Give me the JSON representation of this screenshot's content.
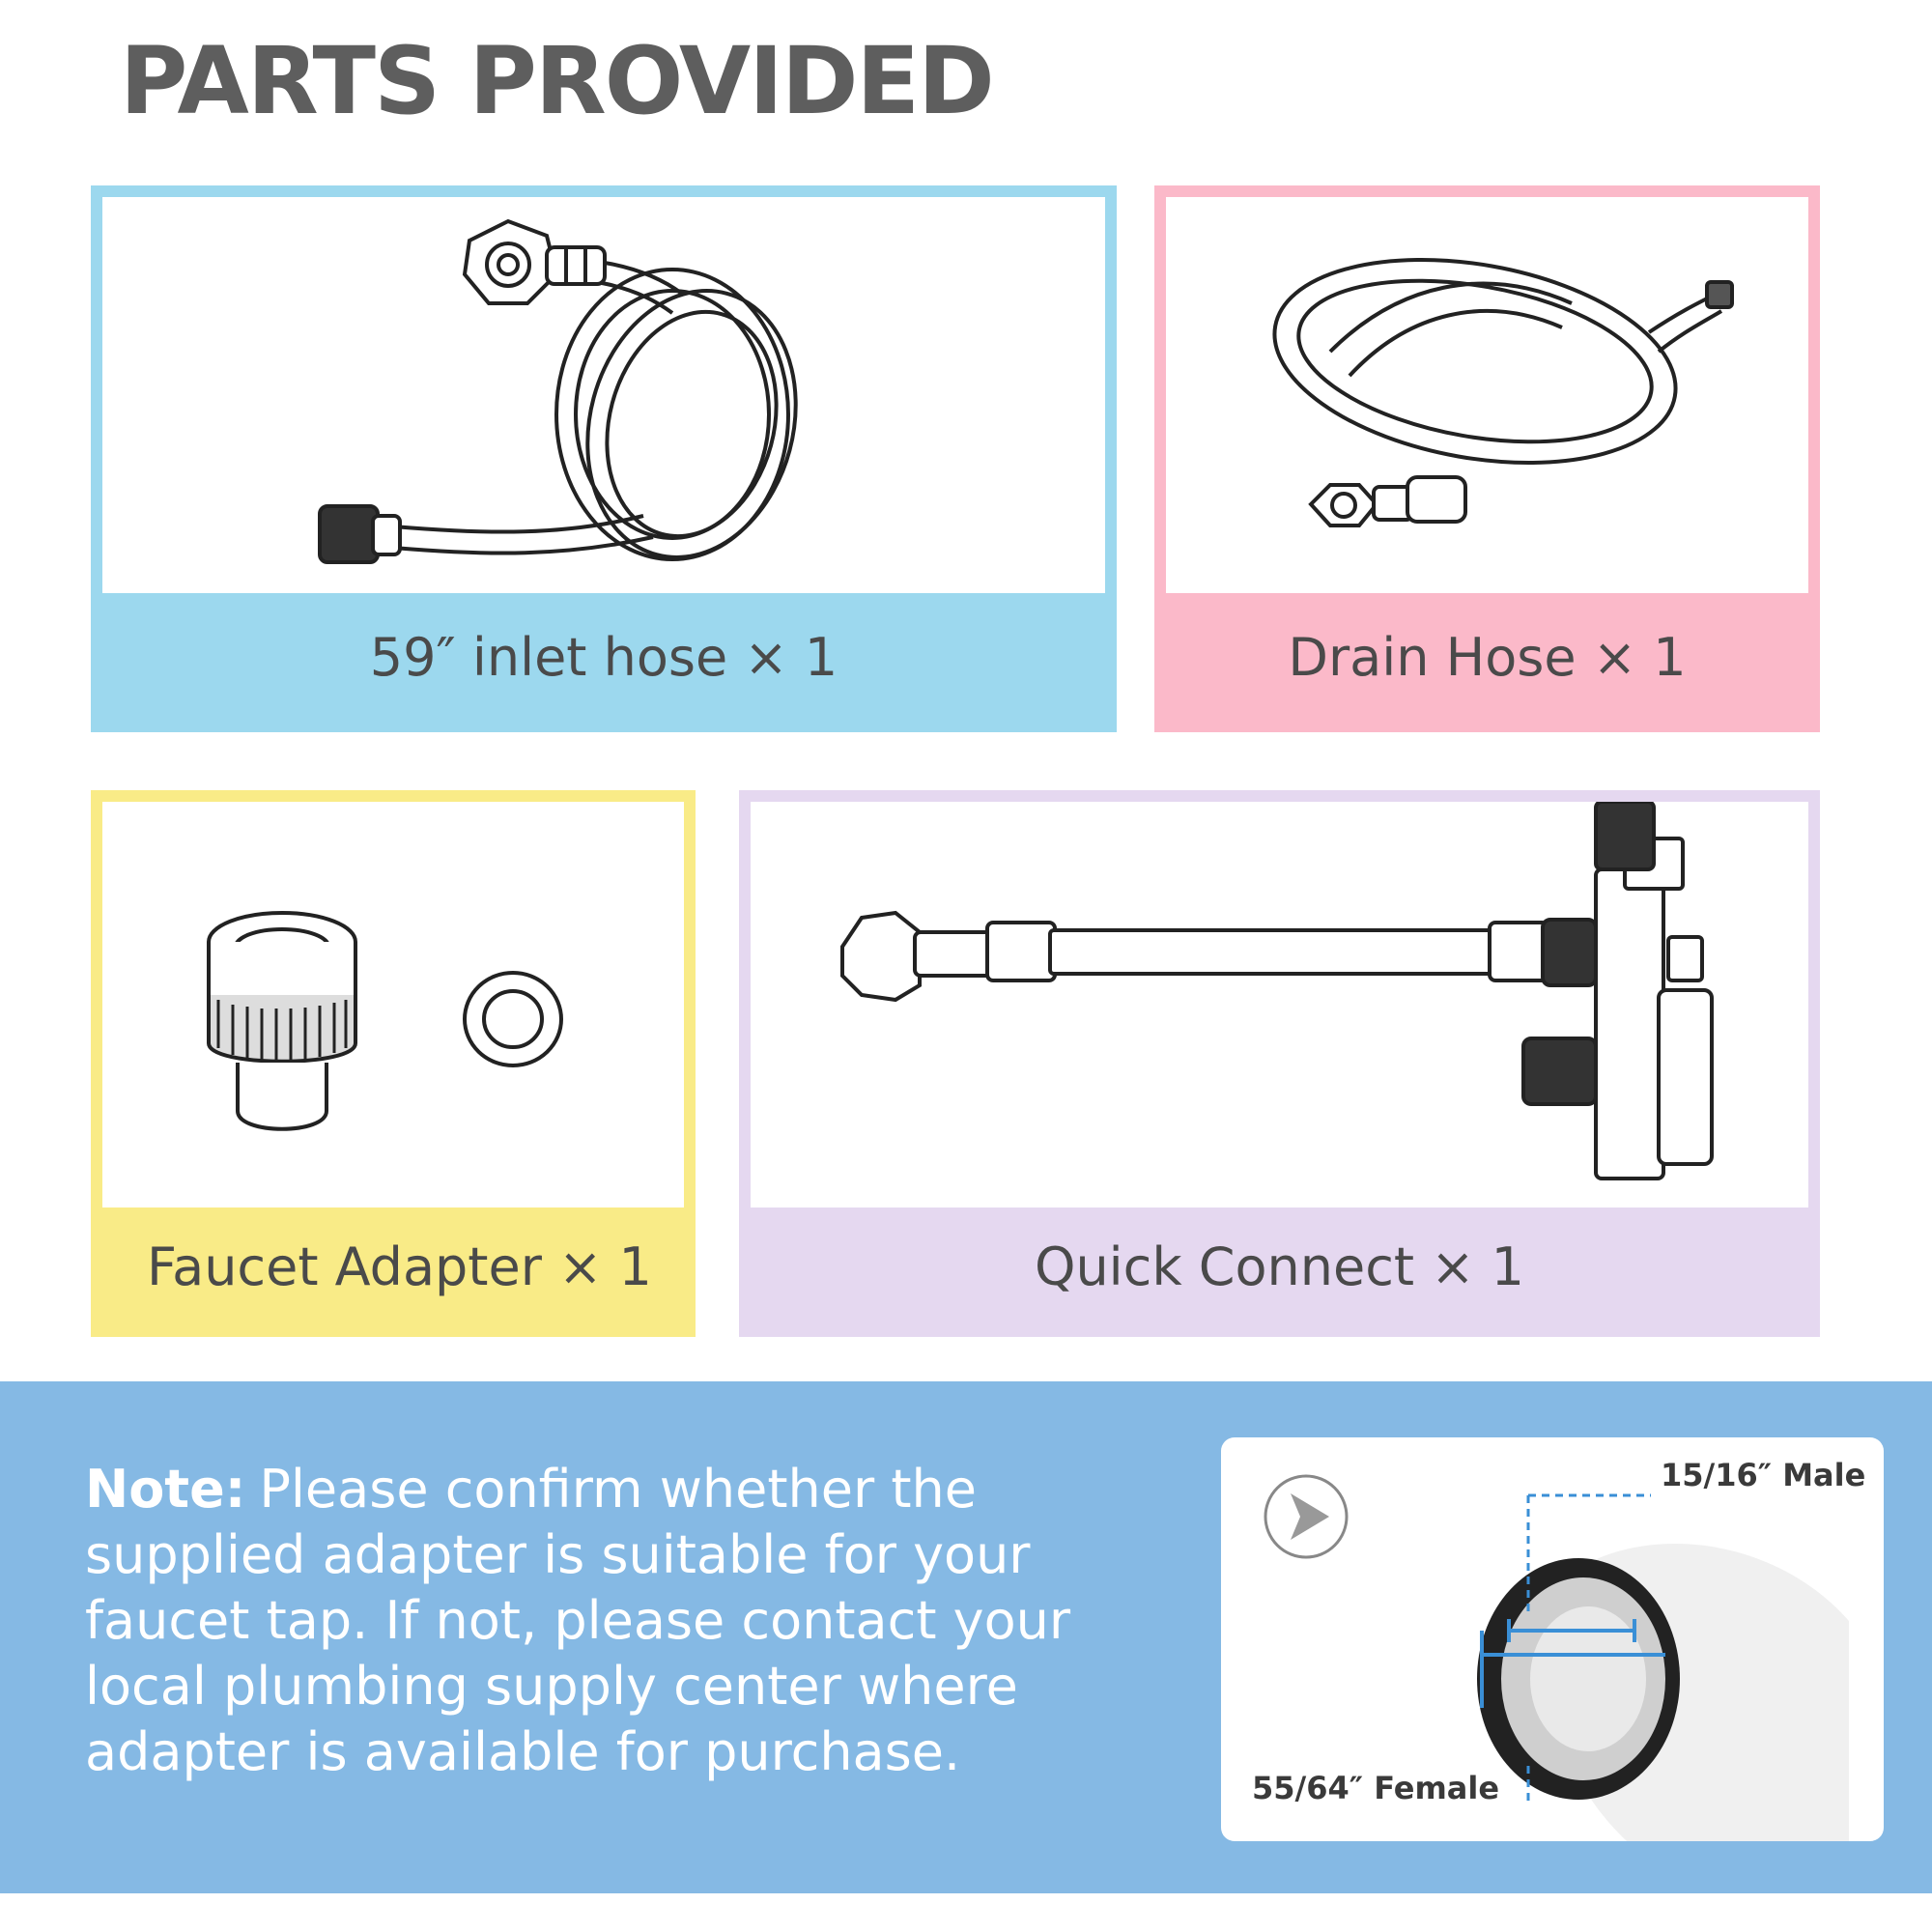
{
  "page": {
    "title": "PARTS PROVIDED"
  },
  "colors": {
    "inlet": "#9cd8ee",
    "drain": "#fbb9c9",
    "faucet": "#f9eb87",
    "quick": "#e5d8f0",
    "note_band": "#85b9e4"
  },
  "parts": [
    {
      "label": "59″ inlet hose × 1",
      "icon": "inlet-hose-icon"
    },
    {
      "label": "Drain Hose × 1",
      "icon": "drain-hose-icon"
    },
    {
      "label": "Faucet Adapter × 1",
      "icon": "faucet-adapter-icon"
    },
    {
      "label": "Quick Connect × 1",
      "icon": "quick-connect-icon"
    }
  ],
  "note": {
    "lead": "Note:",
    "text": "Please confirm whether the supplied adapter is suitable for your faucet tap.  If not, please contact your local plumbing supply center where adapter is available for purchase."
  },
  "detail": {
    "male_label": "15/16″ Male",
    "female_label": "55/64″ Female",
    "icon": "arrow-right-icon"
  }
}
